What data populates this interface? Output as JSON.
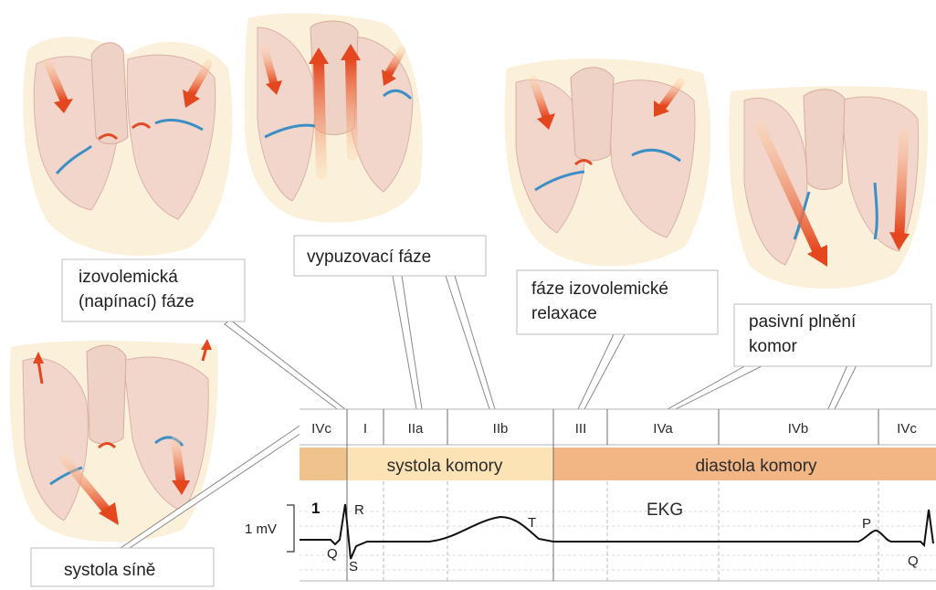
{
  "callouts": {
    "isovolumic": [
      "izovolemická",
      "(napínací) fáze"
    ],
    "ejection": "vypuzovací fáze",
    "relaxation": [
      "fáze izovolemické",
      "relaxace"
    ],
    "passive_filling": [
      "pasivní plnění",
      "komor"
    ],
    "atrial_systole": "systola síně"
  },
  "phases": [
    "IVc",
    "I",
    "IIa",
    "IIb",
    "III",
    "IVa",
    "IVb",
    "IVc"
  ],
  "bands": {
    "systole": "systola komory",
    "diastole": "diastola komory"
  },
  "ekg": {
    "number": "1",
    "title": "EKG",
    "scale": "1 mV",
    "labels": {
      "R": "R",
      "Q": "Q",
      "S": "S",
      "T": "T",
      "P": "P",
      "Q2": "Q"
    }
  },
  "colors": {
    "band_systole": "#fbe3b6",
    "band_diastole": "#f2b584",
    "band_edge": "#f0c28d",
    "heart_tissue": "#f3d8cc",
    "arrow": "#e8552a",
    "valve_blue": "#3b8fc4"
  }
}
